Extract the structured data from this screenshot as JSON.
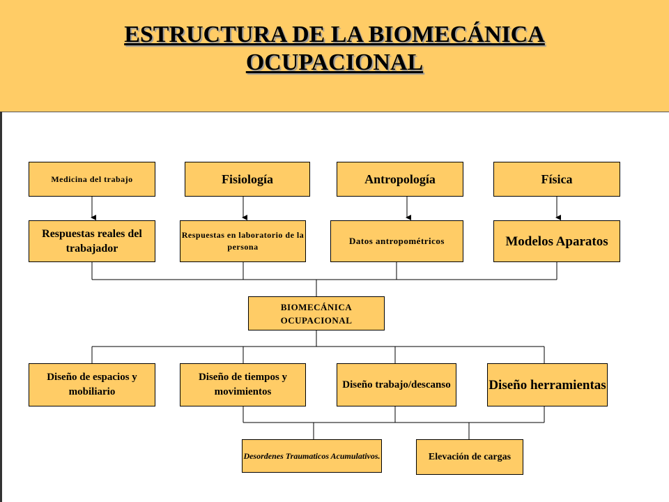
{
  "title_line1": "ESTRUCTURA DE LA BIOMECÁNICA",
  "title_line2": "OCUPACIONAL",
  "sources": [
    {
      "label": "Medicina del trabajo"
    },
    {
      "label": "Fisiología"
    },
    {
      "label": "Antropología"
    },
    {
      "label": "Física"
    }
  ],
  "outputs": [
    {
      "label": "Respuestas reales del trabajador"
    },
    {
      "label": "Respuestas en laboratorio de la persona"
    },
    {
      "label": "Datos antropométricos"
    },
    {
      "label": "Modelos Aparatos"
    }
  ],
  "center": {
    "label": "BIOMECÁNICA OCUPACIONAL"
  },
  "designs": [
    {
      "label": "Diseño de espacios y mobiliario"
    },
    {
      "label": "Diseño de tiempos y movimientos"
    },
    {
      "label": "Diseño trabajo/descanso"
    },
    {
      "label": "Diseño herramientas"
    }
  ],
  "results": [
    {
      "label": "Desordenes Traumaticos Acumulativos."
    },
    {
      "label": "Elevación de cargas"
    }
  ],
  "colors": {
    "header_bg": "#ffcc66",
    "box_fill": "#ffcc66",
    "line": "#000000"
  }
}
